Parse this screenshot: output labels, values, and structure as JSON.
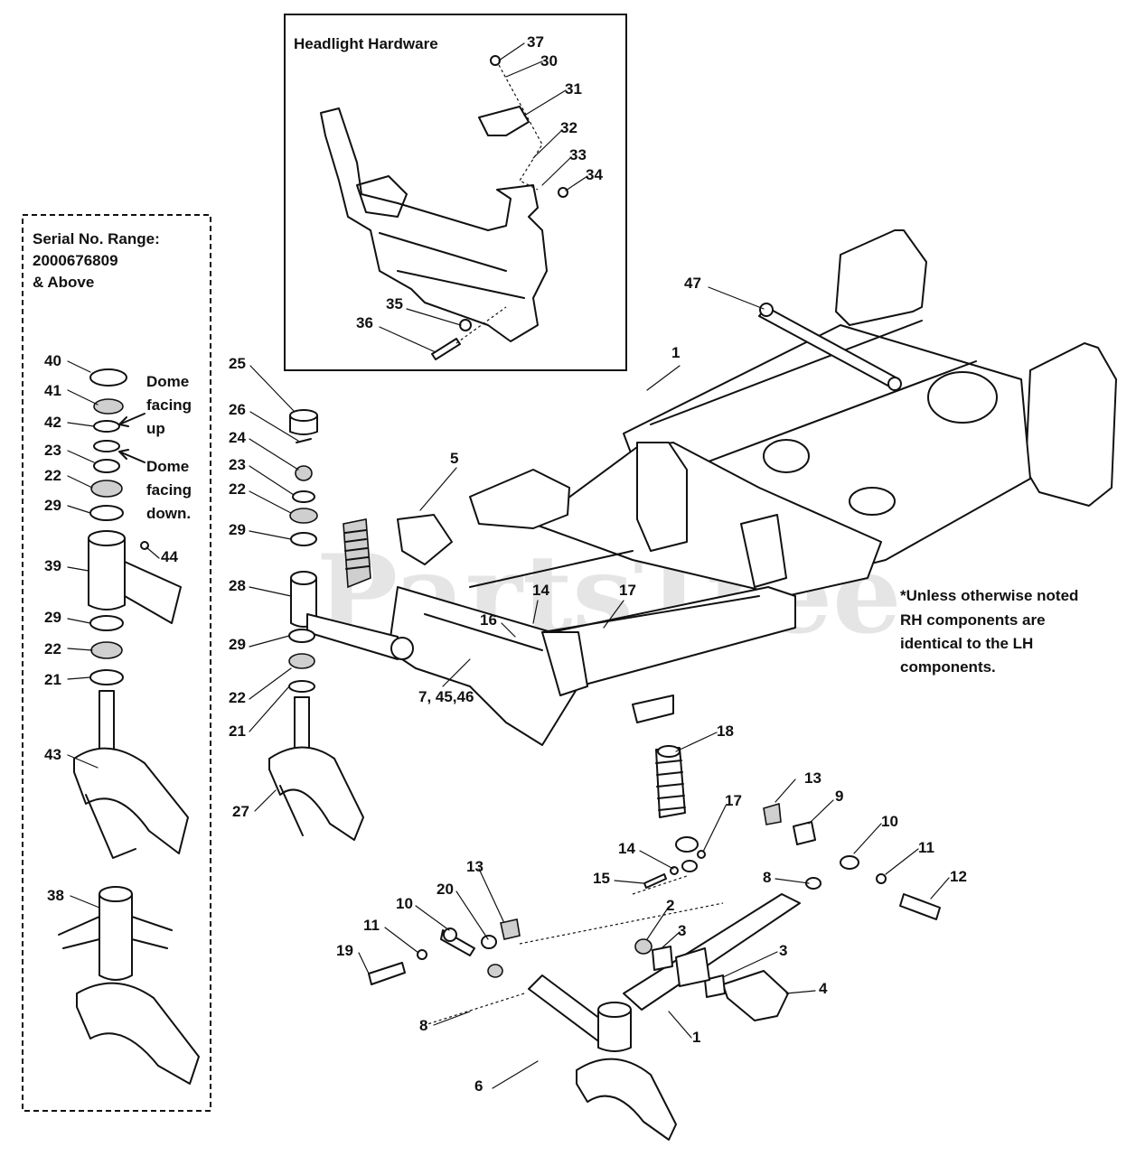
{
  "watermark": "PartsTree",
  "inset_headlight": {
    "title": "Headlight Hardware"
  },
  "inset_serial": {
    "title_lines": [
      "Serial No. Range:",
      "2000676809",
      "& Above"
    ],
    "dome_up": [
      "Dome",
      "facing",
      "up"
    ],
    "dome_down": [
      "Dome",
      "facing",
      "down."
    ]
  },
  "note_lines": [
    "*Unless otherwise noted",
    "RH components are",
    "identical to the LH",
    "components."
  ],
  "callouts": [
    {
      "id": "37",
      "text": "37"
    },
    {
      "id": "30",
      "text": "30"
    },
    {
      "id": "31",
      "text": "31"
    },
    {
      "id": "32",
      "text": "32"
    },
    {
      "id": "33",
      "text": "33"
    },
    {
      "id": "34",
      "text": "34"
    },
    {
      "id": "35",
      "text": "35"
    },
    {
      "id": "36",
      "text": "36"
    },
    {
      "id": "47",
      "text": "47"
    },
    {
      "id": "1a",
      "text": "1"
    },
    {
      "id": "25",
      "text": "25"
    },
    {
      "id": "26",
      "text": "26"
    },
    {
      "id": "24",
      "text": "24"
    },
    {
      "id": "23a",
      "text": "23"
    },
    {
      "id": "22a",
      "text": "22"
    },
    {
      "id": "29a",
      "text": "29"
    },
    {
      "id": "28",
      "text": "28"
    },
    {
      "id": "29b",
      "text": "29"
    },
    {
      "id": "22b",
      "text": "22"
    },
    {
      "id": "21a",
      "text": "21"
    },
    {
      "id": "27",
      "text": "27"
    },
    {
      "id": "5",
      "text": "5"
    },
    {
      "id": "14a",
      "text": "14"
    },
    {
      "id": "16",
      "text": "16"
    },
    {
      "id": "17a",
      "text": "17"
    },
    {
      "id": "7-45-46",
      "text": "7, 45,46"
    },
    {
      "id": "18",
      "text": "18"
    },
    {
      "id": "17b",
      "text": "17"
    },
    {
      "id": "14b",
      "text": "14"
    },
    {
      "id": "15",
      "text": "15"
    },
    {
      "id": "13a",
      "text": "13"
    },
    {
      "id": "9",
      "text": "9"
    },
    {
      "id": "10a",
      "text": "10"
    },
    {
      "id": "11a",
      "text": "11"
    },
    {
      "id": "12",
      "text": "12"
    },
    {
      "id": "8a",
      "text": "8"
    },
    {
      "id": "13b",
      "text": "13"
    },
    {
      "id": "20",
      "text": "20"
    },
    {
      "id": "10b",
      "text": "10"
    },
    {
      "id": "11b",
      "text": "11"
    },
    {
      "id": "19",
      "text": "19"
    },
    {
      "id": "2",
      "text": "2"
    },
    {
      "id": "3a",
      "text": "3"
    },
    {
      "id": "3b",
      "text": "3"
    },
    {
      "id": "4",
      "text": "4"
    },
    {
      "id": "1b",
      "text": "1"
    },
    {
      "id": "8b",
      "text": "8"
    },
    {
      "id": "6",
      "text": "6"
    },
    {
      "id": "40",
      "text": "40"
    },
    {
      "id": "41",
      "text": "41"
    },
    {
      "id": "42",
      "text": "42"
    },
    {
      "id": "23b",
      "text": "23"
    },
    {
      "id": "22c",
      "text": "22"
    },
    {
      "id": "29c",
      "text": "29"
    },
    {
      "id": "44",
      "text": "44"
    },
    {
      "id": "39",
      "text": "39"
    },
    {
      "id": "29d",
      "text": "29"
    },
    {
      "id": "22d",
      "text": "22"
    },
    {
      "id": "21b",
      "text": "21"
    },
    {
      "id": "43",
      "text": "43"
    },
    {
      "id": "38",
      "text": "38"
    }
  ]
}
